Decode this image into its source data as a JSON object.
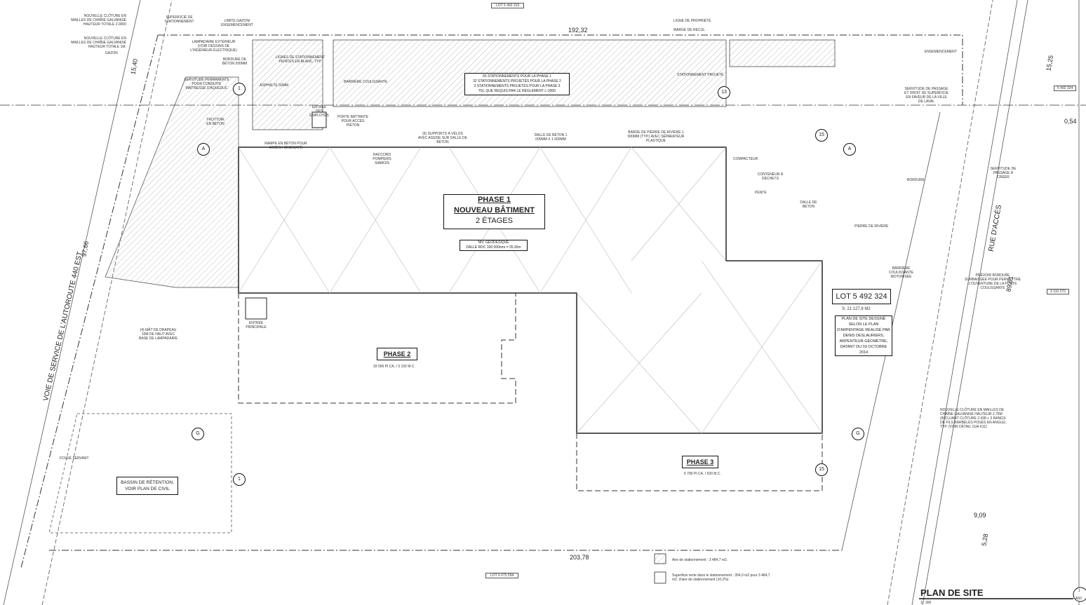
{
  "top_ref": "LOT 5 492 323",
  "bottom_ref": "LOT 6 075 594",
  "right_ref_top": "5 492 324",
  "right_ref_mid": "3 110 270",
  "dimensions": {
    "top": "192,32",
    "bottom": "203,78",
    "left": "97,66",
    "left_top": "15,40",
    "right": "89,51",
    "right_top": "15,25",
    "right_0": "0,54",
    "right_bottom": "9,09",
    "right_bottom2": "5,28"
  },
  "roads": {
    "left": "VOIE DE SERVICE DE L'AUTOROUTE 440 EST",
    "right": "RUE D'ACCÈS"
  },
  "parking_note": [
    "55 STATIONNEMENTS POUR LA PHASE 1",
    "32 STATIONNEMENTS PROJETÉS POUR LA PHASE 2",
    "3 STATIONNEMENTS PROJETÉS POUR LA PHASE 3",
    "TEL QUE REQUIS PAR LE RÈGLEMENT L-2000"
  ],
  "phase1": {
    "line1": "PHASE 1",
    "line2": "NOUVEAU BÂTIMENT",
    "line3": "2 ÉTAGES",
    "geo1": "NIV. GÉODÉSIQUE",
    "geo2": "DALLE RDC 100 000mm = 35.30m"
  },
  "phase2": {
    "title": "PHASE 2",
    "area": "33 506 PI.CA. / 3 192 M.C."
  },
  "phase3": {
    "title": "PHASE 3",
    "area": "6 789 PI.CA. / 630 M.C."
  },
  "lot": {
    "title": "LOT 5 492 324",
    "area": "S: 21 127,8 m2",
    "note": "PLAN DE SITE DESSINÉ SELON LE PLAN D'ARPENTAGE RÉALISÉ PAR DENIS DESLAURIERS, ARPENTEUR-GÉOMÈTRE, DATANT DU 03 OCTOBRE 2014"
  },
  "basin": "BASSIN DE RÉTENTION, VOIR PLAN DE CIVIL",
  "legend": {
    "parking": "Aire de stationnement : 3 484,7 m2.",
    "green": "Superficie verte dans le stationnement : 354,0 m2 pour 3 484,7 m2. d'aire de stationnement (10.2%)"
  },
  "title_block": {
    "title": "PLAN DE SITE",
    "scale": "1 : 300",
    "sheet_num": "1",
    "sheet": "A50"
  },
  "bubbles": [
    "1",
    "A",
    "13",
    "15",
    "A",
    "G",
    "1",
    "G",
    "15",
    "1"
  ],
  "labels": [
    "NOUVELLE CLÔTURE EN MAILLES DE CHAÎNE GALVANISÉ HAUTEUR TOTALE 2.0000",
    "NOUVELLE CLÔTURE EN MAILLES DE CHAÎNE GALVANISÉ HAUTEUR TOTALE 1m.",
    "GAZON",
    "SUPERFICIE DE STATIONNEMENT",
    "LIMITE GAZON/ ENSEMENCEMENT",
    "LAMPADAIRE EXTÉRIEUR (VOIR DESSINS DE L'INGÉNIEUR ÉLECTRIQUE)",
    "BORDURE DE BÉTON 200mm",
    "SERVITUDE PERMANENTE POUR CONDUITE MAÎTRESSE D'AQUEDUC",
    "ASPHALTE 50mm",
    "LIGNES DE STATIONNEMENT PEINTES EN BLANC, TYP.",
    "BARRIÈRE COULISSANTE",
    "PORTE BATTANTE POUR ACCÈS PIÉTON",
    "ENTRÉE DES EMPLOYÉS",
    "RAMPE EN BÉTON POUR ACCÈS HANDICAPÉ",
    "TROTTOIR EN BÉTON",
    "RACCORD POMPIERS SIAMOIS",
    "(6) SUPPORTS À VÉLOS AVEC ASSISE SUR DALLE DE BÉTON",
    "DALLE DE BÉTON 1 000mm X 1 000mm",
    "BANDE DE PIERRE DE RIVIÈRE 1 000mm (TYP.) AVEC SÉPARATEUR PLASTIQUE",
    "LIGNE DE PROPRIÉTÉ",
    "MARGE DE RECUL",
    "STATIONNEMENT PROJETÉ",
    "ENSEMENCEMENT",
    "SERVITUDE DE PASSAGE ET DROIT DE SUPERFICIE EN FAVEUR DE LA VILLE DE LAVAL",
    "COMPACTEUR",
    "CONTENEUR À DÉCHETS",
    "PENTE",
    "DALLE DE BÉTON",
    "BORDURE",
    "SERVITUDE DE PASSAGE À CRÉER",
    "BARRIÈRE COULISSANTE MOTORISÉE",
    "PRÉVOIR BORDURE SURBAISSÉE POUR PERMETTRE L'OUVERTURE DE LA PORTE COULISSANTE",
    "ENTRÉE PRINCIPALE",
    "(4) MÂT DE DRAPEAU 10m DE HAUT AVEC BASE DE LAMPADAIRE",
    "FOSSÉ SERVANT",
    "PIERRE DE RIVIÈRE",
    "NOUVELLE CLÔTURE EN MAILLES DE CHAÎNE GALVANISÉ HAUTEUR 2.75M (INCLUANT CLÔTURE 2.438 + 3 RANGS DE FILS BARBELÉS POSÉS EN ANGLE) TYP. (VOIR DÉTAIL 11/A-611)"
  ],
  "colors": {
    "line": "#222222",
    "hatch": "#9a9a9a",
    "background": "#ffffff"
  }
}
